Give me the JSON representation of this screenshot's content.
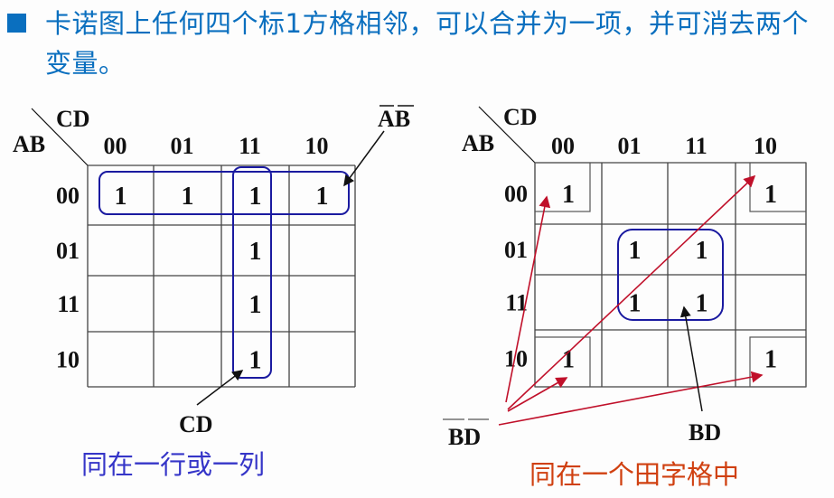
{
  "title": {
    "bullet_icon": "square-bullet",
    "text": "卡诺图上任何四个标1方格相邻，可以合并为一项，并可消去两个变量。"
  },
  "left_map": {
    "col_var": "CD",
    "row_var": "AB",
    "col_headers": [
      "00",
      "01",
      "11",
      "10"
    ],
    "row_headers": [
      "00",
      "01",
      "11",
      "10"
    ],
    "cells": [
      [
        "1",
        "1",
        "1",
        "1"
      ],
      [
        "",
        "",
        "1",
        ""
      ],
      [
        "",
        "",
        "1",
        ""
      ],
      [
        "",
        "",
        "1",
        ""
      ]
    ],
    "annotation_row": "AB",
    "annotation_col": "CD",
    "caption": "同在一行或一列",
    "caption_color": "#3535c8"
  },
  "right_map": {
    "col_var": "CD",
    "row_var": "AB",
    "col_headers": [
      "00",
      "01",
      "11",
      "10"
    ],
    "row_headers": [
      "00",
      "01",
      "11",
      "10"
    ],
    "cells": [
      [
        "1",
        "",
        "",
        "1"
      ],
      [
        "",
        "1",
        "1",
        ""
      ],
      [
        "",
        "1",
        "1",
        ""
      ],
      [
        "1",
        "",
        "",
        "1"
      ]
    ],
    "annotation_corners": "BD",
    "annotation_center": "BD",
    "caption": "同在一个田字格中",
    "caption_color": "#d04010"
  },
  "colors": {
    "title": "#0a6fbf",
    "loop": "#1a1aa0",
    "arrow_red": "#c0102a"
  }
}
